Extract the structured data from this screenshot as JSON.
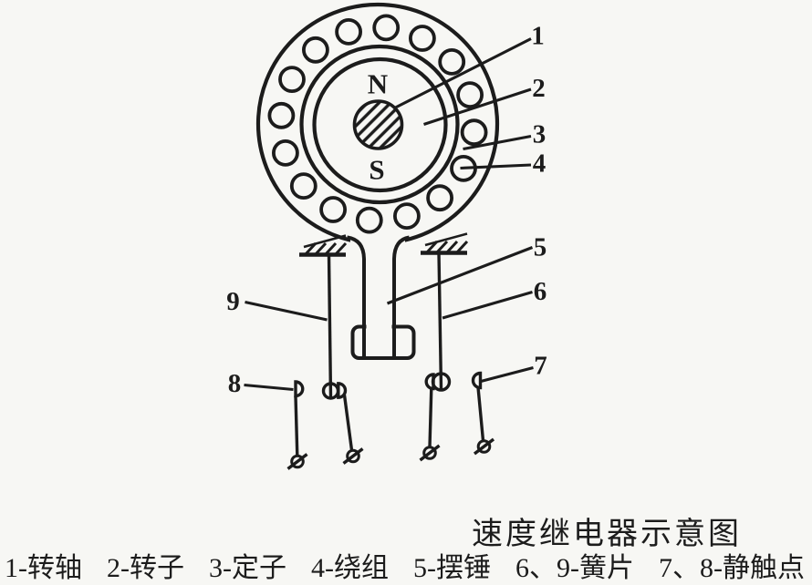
{
  "colors": {
    "ink": "#1c1c1c",
    "paper": "#f7f7f4"
  },
  "diagram": {
    "pole_top": "N",
    "pole_bottom": "S",
    "callouts": {
      "c1": "1",
      "c2": "2",
      "c3": "3",
      "c4": "4",
      "c5": "5",
      "c6": "6",
      "c7": "7",
      "c8": "8",
      "c9": "9"
    }
  },
  "caption": "速度继电器示意图",
  "legend": {
    "items": [
      "1-转轴",
      "2-转子",
      "3-定子",
      "4-绕组",
      "5-摆锤",
      "6、9-簧片",
      "7、8-静触点"
    ]
  }
}
